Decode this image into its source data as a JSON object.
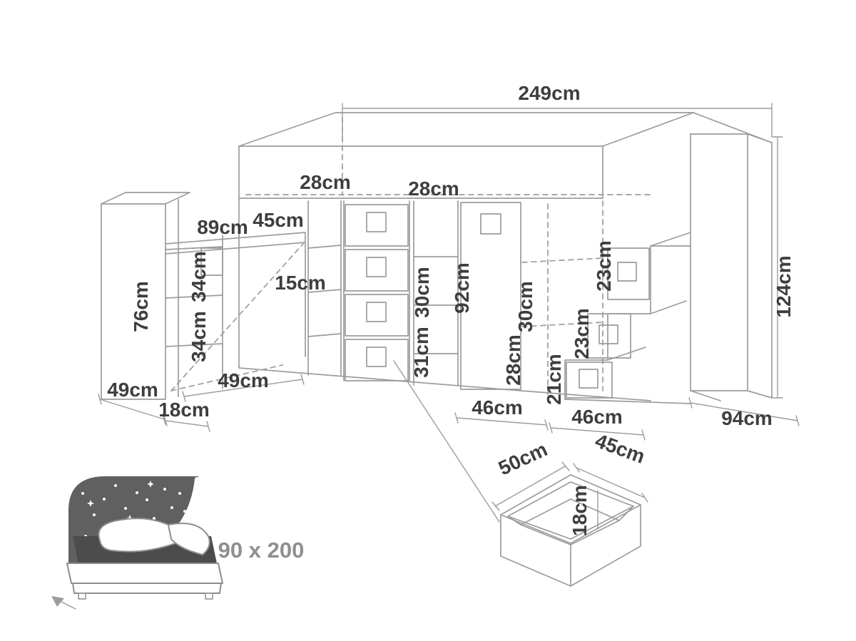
{
  "colors": {
    "line": "#9c9c9c",
    "label": "#3e3e3e",
    "muted_label": "#8f8f8f",
    "dark_fill": "#606060"
  },
  "labels": {
    "overall_width": "249cm",
    "upper_frame_left": "28cm",
    "upper_frame_right": "28cm",
    "desk_width": "89cm",
    "desk_top_depth": "45cm",
    "left_unit_height": "76cm",
    "left_shelf_gap_upper": "34cm",
    "left_shelf_gap_lower": "34cm",
    "middle_shelf_gap": "15cm",
    "cubby_gap_upper": "30cm",
    "cubby_gap_lower": "31cm",
    "wardrobe_height": "92cm",
    "under_bed_gap_upper": "30cm",
    "under_bed_gap_lower": "28cm",
    "step_height_top": "23cm",
    "step_height_middle": "23cm",
    "step_height_bottom": "21cm",
    "overall_height": "124cm",
    "left_unit_depth": "49cm",
    "left_panel_thickness": "18cm",
    "desk_pullout_depth": "49cm",
    "bay_width_left": "46cm",
    "bay_width_right": "46cm",
    "overall_depth": "94cm",
    "mattress_size": "90 x 200",
    "drawer_width": "50cm",
    "drawer_depth": "45cm",
    "drawer_height": "18cm"
  }
}
